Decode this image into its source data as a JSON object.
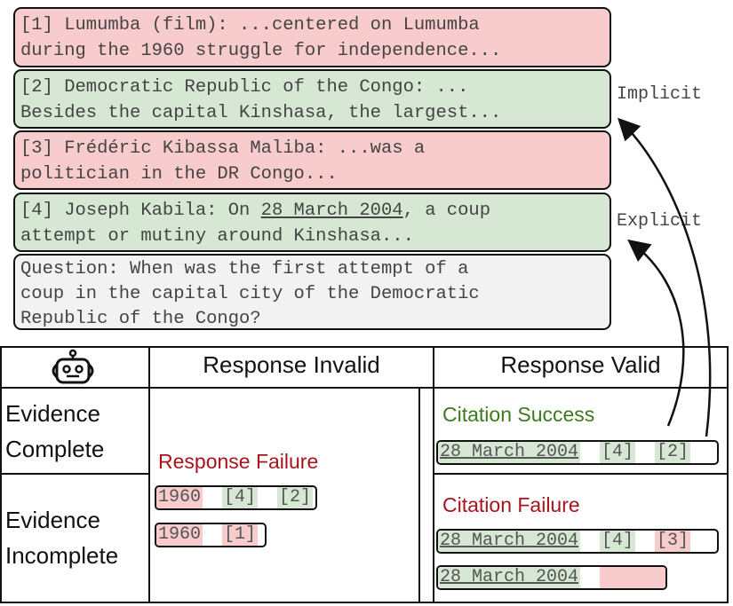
{
  "documents": [
    {
      "lines": [
        "[1] Lumumba (film): ...centered on Lumumba",
        "during the 1960 struggle for independence..."
      ],
      "status": "irrelevant"
    },
    {
      "lines": [
        "[2] Democratic Republic of the Congo: ...",
        "Besides the capital Kinshasa, the largest..."
      ],
      "status": "relevant"
    },
    {
      "lines": [
        "[3] Frédéric Kibassa Maliba: ...was a",
        "politician in the DR Congo..."
      ],
      "status": "irrelevant"
    },
    {
      "pre": "[4] Joseph Kabila: On ",
      "answer": "28 March 2004",
      "post": ", a coup",
      "line2": "attempt or mutiny around Kinshasa...",
      "status": "relevant"
    }
  ],
  "question": {
    "lines": [
      "Question: When was the first attempt of a",
      "coup in the capital city of the Democratic",
      "Republic of the Congo?"
    ]
  },
  "arrow_labels": {
    "implicit": "Implicit",
    "explicit": "Explicit"
  },
  "table": {
    "icon": "robot-icon",
    "columns": [
      "Response Invalid",
      "Response Valid"
    ],
    "rows": [
      [
        "Evidence",
        "Complete"
      ],
      [
        "Evidence",
        "Incomplete"
      ]
    ],
    "response_failure": {
      "title": "Response Failure",
      "chips": [
        [
          "1960",
          "[4]",
          "[2]"
        ],
        [
          "1960",
          "[1]"
        ]
      ]
    },
    "citation_success": {
      "title": "Citation Success",
      "chip": [
        "28 March 2004",
        "[4]",
        "[2]"
      ]
    },
    "citation_failure": {
      "title": "Citation Failure",
      "chips": [
        [
          "28 March 2004",
          "[4]",
          "[3]"
        ],
        [
          "28 March 2004",
          ""
        ]
      ]
    }
  },
  "colors": {
    "relevant": "#d6e8d4",
    "irrelevant": "#f8cccc",
    "question": "#f2f2f2",
    "success": "#3d7a1e",
    "failure": "#a8141c"
  }
}
